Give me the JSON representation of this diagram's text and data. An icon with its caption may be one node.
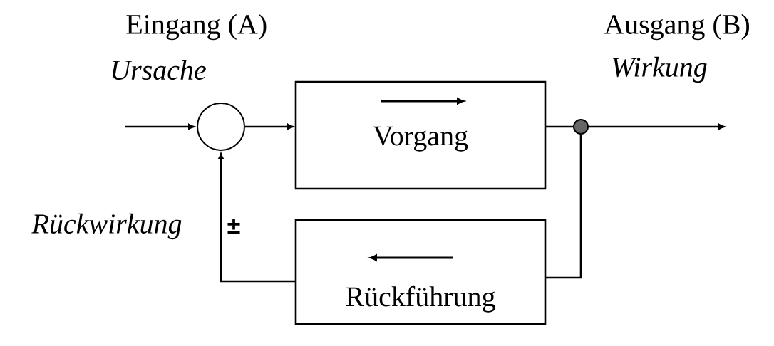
{
  "diagram": {
    "nodes": [
      {
        "text": [],
        "shape": "circle"
      },
      {
        "text": [
          "Vorgang"
        ]
      },
      {
        "text": [],
        "shape": "circle"
      },
      {
        "text": [
          "Rückführung"
        ]
      }
    ],
    "edges": [
      {
        "from": null,
        "to": 0,
        "arrow": "to"
      },
      {
        "from": 0,
        "to": 1,
        "arrow": "to"
      },
      {
        "from": 1,
        "to": 2,
        "arrow": "none"
      },
      {
        "from": 2,
        "to": null,
        "arrow": "to"
      },
      {
        "from": 2,
        "to": 3,
        "arrow": "none"
      },
      {
        "from": 3,
        "to": 0,
        "arrow": "to"
      }
    ],
    "labels": [
      "Eingang (A)",
      "Ursache",
      "Ausgang (B)",
      "Wirkung",
      "Rückwirkung",
      "±"
    ]
  }
}
